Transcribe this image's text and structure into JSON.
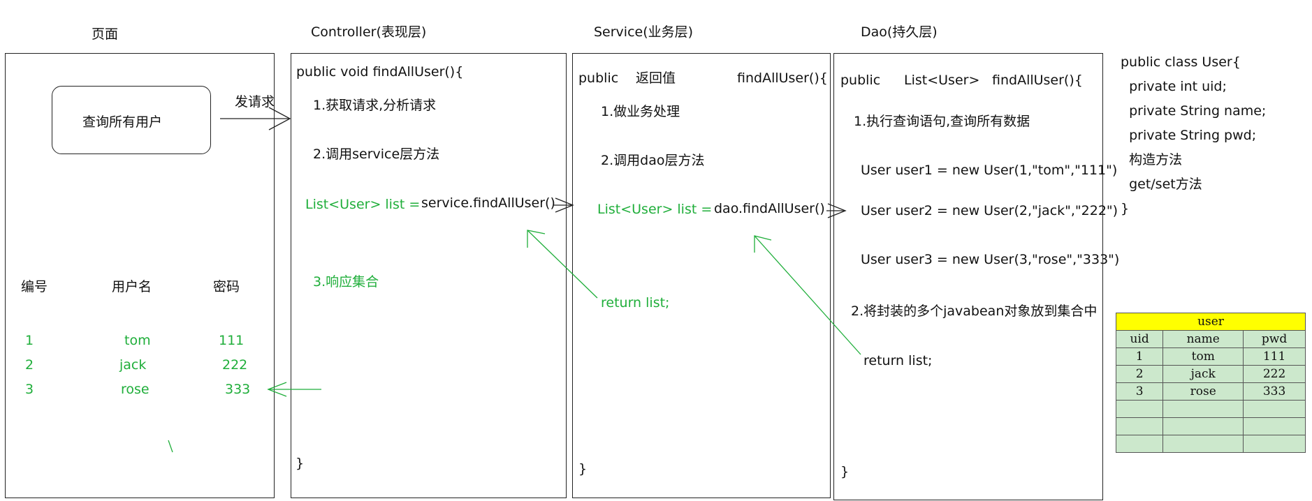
{
  "columns": {
    "page": "页面",
    "controller": "Controller(表现层)",
    "service": "Service(业务层)",
    "dao": "Dao(持久层)"
  },
  "page": {
    "button": "查询所有用户",
    "send_request": "发请求",
    "headers": [
      "编号",
      "用户名",
      "密码"
    ],
    "rows": [
      {
        "id": "1",
        "name": "tom",
        "pwd": "111"
      },
      {
        "id": "2",
        "name": "jack",
        "pwd": "222"
      },
      {
        "id": "3",
        "name": "rose",
        "pwd": "333"
      }
    ]
  },
  "controller": {
    "signature": "public void findAllUser(){",
    "step1": "1.获取请求,分析请求",
    "step2": "2.调用service层方法",
    "assign": "List<User> list =",
    "call": "service.findAllUser()",
    "step3": "3.响应集合",
    "close": "}"
  },
  "service": {
    "public": "public",
    "return_type": "返回值",
    "method": "findAllUser(){",
    "step1": "1.做业务处理",
    "step2": "2.调用dao层方法",
    "assign": "List<User> list =",
    "call": "dao.findAllUser()",
    "return": "return list;",
    "close": "}"
  },
  "dao": {
    "public": "public",
    "return_type": "List<User>",
    "method": "findAllUser(){",
    "step1": "1.执行查询语句,查询所有数据",
    "user1": "User user1 = new User(1,\"tom\",\"111\")",
    "user2": "User user2 = new User(2,\"jack\",\"222\")",
    "user3": "User user3 = new User(3,\"rose\",\"333\")",
    "step2": "2.将封装的多个javabean对象放到集合中",
    "return": "return list;",
    "close": "}"
  },
  "user_class": {
    "lines": [
      "public class User{",
      "  private int uid;",
      "  private String name;",
      "  private String pwd;",
      "  构造方法",
      "  get/set方法",
      "}"
    ]
  },
  "user_table": {
    "name": "user",
    "columns": [
      "uid",
      "name",
      "pwd"
    ],
    "rows": [
      [
        "1",
        "tom",
        "111"
      ],
      [
        "2",
        "jack",
        "222"
      ],
      [
        "3",
        "rose",
        "333"
      ],
      [
        "",
        "",
        ""
      ],
      [
        "",
        "",
        ""
      ],
      [
        "",
        "",
        ""
      ]
    ]
  },
  "colors": {
    "green": "#1fae3a",
    "table_header": "#ffff00",
    "table_cell": "#cce8cc"
  }
}
